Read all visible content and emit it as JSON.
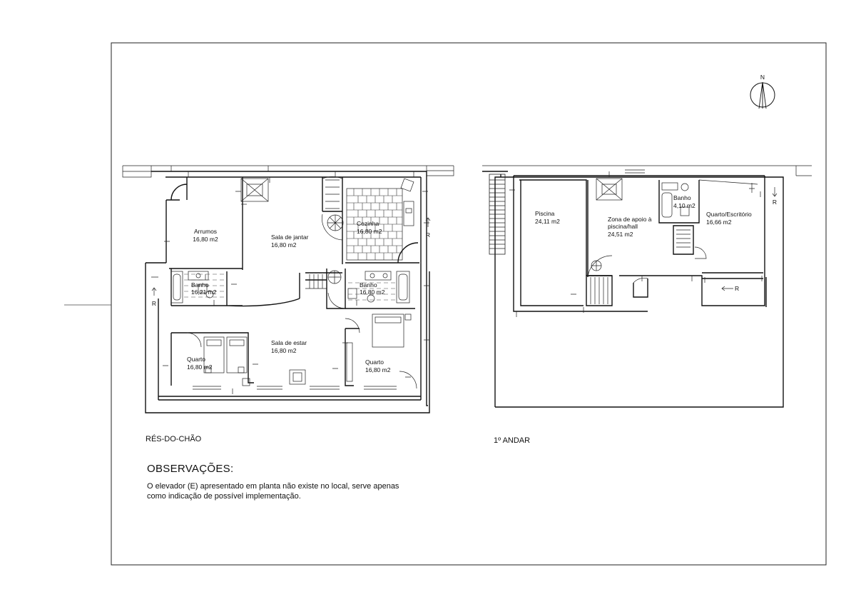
{
  "ground_floor": {
    "title": "RÉS-DO-CHÃO",
    "rooms": [
      {
        "name": "Arrumos",
        "area": "16,80 m2"
      },
      {
        "name": "Sala de jantar",
        "area": "16,80 m2"
      },
      {
        "name": "Cozinha",
        "area": "16,80 m2"
      },
      {
        "name": "Banho",
        "area": "16,21 m2"
      },
      {
        "name": "Banho",
        "area": "16,80 m2"
      },
      {
        "name": "Sala de estar",
        "area": "16,80 m2"
      },
      {
        "name": "Quarto",
        "area": "16,80 m2"
      },
      {
        "name": "Quarto",
        "area": "16,80 m2"
      }
    ],
    "markers": [
      "R",
      "R"
    ]
  },
  "first_floor": {
    "title": "1º ANDAR",
    "rooms": [
      {
        "name": "Piscina",
        "area": "24,11 m2"
      },
      {
        "name": "Zona de apoio à",
        "name2": "piscina/hall",
        "area": "24,51 m2"
      },
      {
        "name": "Banho",
        "area": "4,10 m2"
      },
      {
        "name": "Quarto/Escritório",
        "area": "16,66 m2"
      }
    ],
    "markers": [
      "R",
      "R"
    ]
  },
  "compass": {
    "label": "N"
  },
  "observations": {
    "title": "OBSERVAÇÕES:",
    "text": "O elevador (E) apresentado em planta não existe no local, serve apenas como indicação de possível implementação."
  }
}
